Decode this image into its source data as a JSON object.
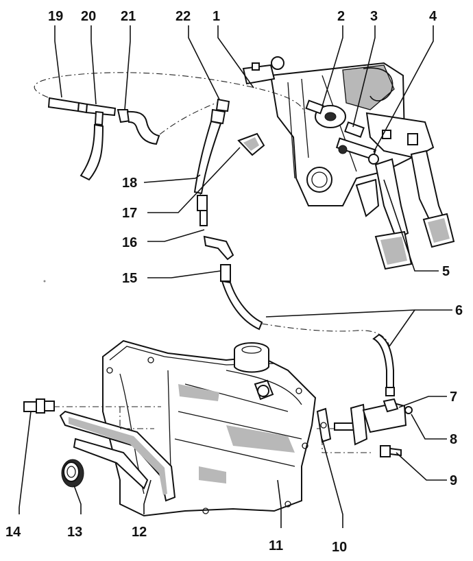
{
  "callouts": [
    {
      "id": "19",
      "text": "19"
    },
    {
      "id": "20",
      "text": "20"
    },
    {
      "id": "21",
      "text": "21"
    },
    {
      "id": "22",
      "text": "22"
    },
    {
      "id": "1",
      "text": "1"
    },
    {
      "id": "2",
      "text": "2"
    },
    {
      "id": "3",
      "text": "3"
    },
    {
      "id": "4",
      "text": "4"
    },
    {
      "id": "18",
      "text": "18"
    },
    {
      "id": "17",
      "text": "17"
    },
    {
      "id": "16",
      "text": "16"
    },
    {
      "id": "15",
      "text": "15"
    },
    {
      "id": "5",
      "text": "5"
    },
    {
      "id": "6",
      "text": "6"
    },
    {
      "id": "7",
      "text": "7"
    },
    {
      "id": "8",
      "text": "8"
    },
    {
      "id": "9",
      "text": "9"
    },
    {
      "id": "14",
      "text": "14"
    },
    {
      "id": "13",
      "text": "13"
    },
    {
      "id": "12",
      "text": "12"
    },
    {
      "id": "11",
      "text": "11"
    },
    {
      "id": "10",
      "text": "10"
    }
  ]
}
